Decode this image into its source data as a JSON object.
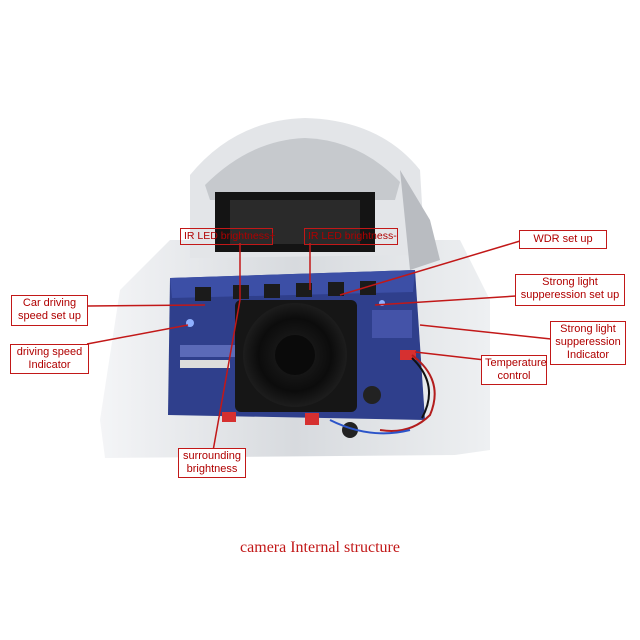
{
  "caption": "camera Internal structure",
  "labels": {
    "ir_led_brightness_plus": "IR LED brightness+",
    "ir_led_brightness_minus": "IR LED brightness-",
    "wdr_set_up": "WDR set up",
    "strong_light_suppression_set_up": "Strong light\nsupperession set up",
    "car_driving_speed_set_up": "Car driving\nspeed set up",
    "driving_speed_indicator": "driving speed\nIndicator",
    "strong_light_suppression_indicator": "Strong light\nsupperession\nIndicator",
    "temperature_control": "Temperature\ncontrol",
    "surrounding_brightness": "surrounding\nbrightness"
  },
  "colors": {
    "label_border": "#c21818",
    "label_text": "#b00000",
    "leader_line": "#c21818",
    "board": "#2f3f8c",
    "housing": "#c9cdd3"
  }
}
